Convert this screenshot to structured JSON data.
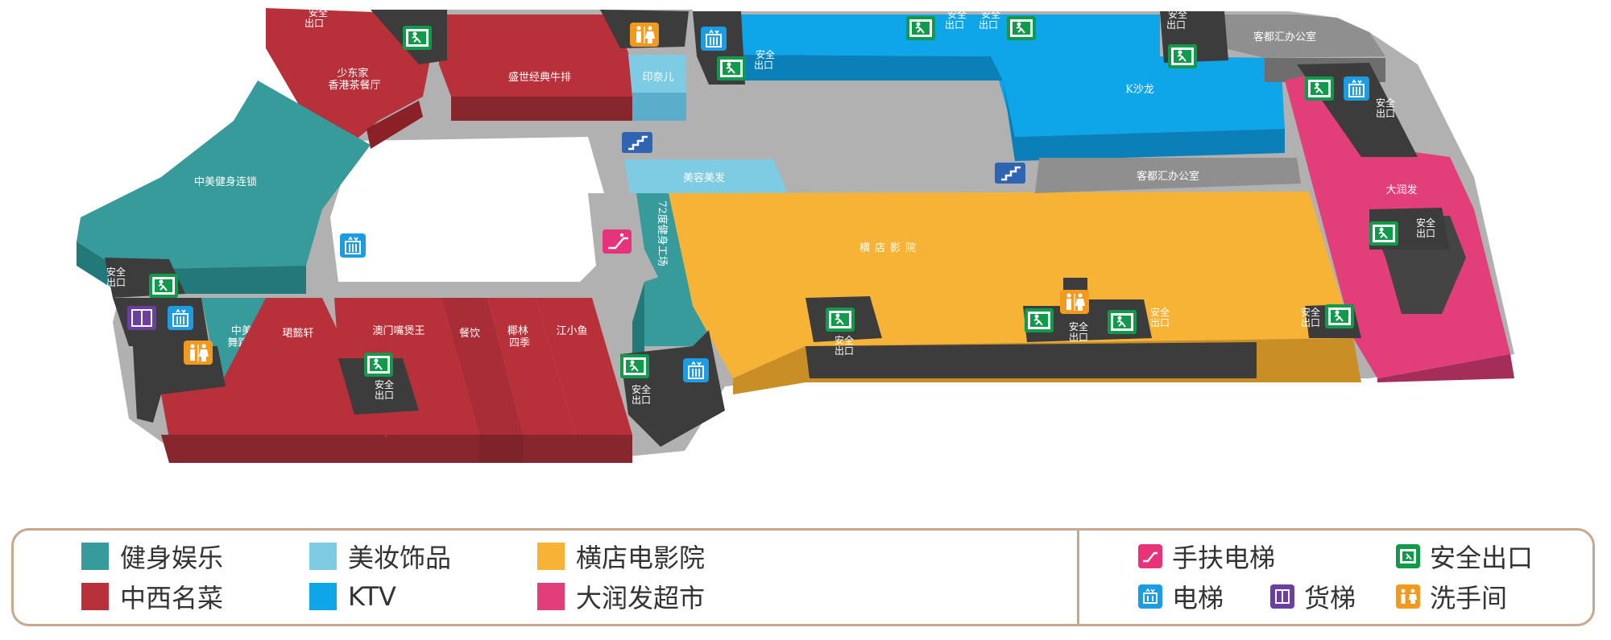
{
  "map": {
    "stores": {
      "shaodongjia": "少东家\n香港茶餐厅",
      "shengshi": "盛世经典牛排",
      "yinnaier": "印奈儿",
      "zhongmei_gym": "中美健身连锁",
      "meirong": "美容美发",
      "tiyu": "72度健身工场",
      "hengdian": "横店影院",
      "ksalon": "K沙龙",
      "kedu_top": "客都汇办公室",
      "kedu_mid": "客都汇办公室",
      "darunfa": "大润发",
      "zhongmei_dance": "中美\n舞蹈室",
      "junlan": "珺懿轩",
      "aomen": "澳门嘴煲王",
      "canyin": "餐饮",
      "yelin": "椰林\n四季",
      "jiangxiaoyu": "江小鱼"
    },
    "exit_label": "安全\n出口"
  },
  "legend": {
    "categories": [
      {
        "label": "健身娱乐",
        "color": "#379a9b"
      },
      {
        "label": "美妆饰品",
        "color": "#7ecce3"
      },
      {
        "label": "横店电影院",
        "color": "#f6b335"
      },
      {
        "label": "中西名菜",
        "color": "#b8313a"
      },
      {
        "label": "KTV",
        "color": "#0ea5e9"
      },
      {
        "label": "大润发超市",
        "color": "#e23e7a"
      }
    ],
    "facilities": [
      {
        "label": "手扶电梯",
        "icon": "escalator-icon",
        "color": "#e6337a"
      },
      {
        "label": "安全出口",
        "icon": "exit-icon",
        "color": "#109a4a"
      },
      {
        "label": "电梯",
        "icon": "elevator-icon",
        "color": "#1c9ce3"
      },
      {
        "label": "货梯",
        "icon": "freight-elevator-icon",
        "color": "#6b3fa0"
      },
      {
        "label": "洗手间",
        "icon": "restroom-icon",
        "color": "#f39a1e"
      }
    ]
  }
}
